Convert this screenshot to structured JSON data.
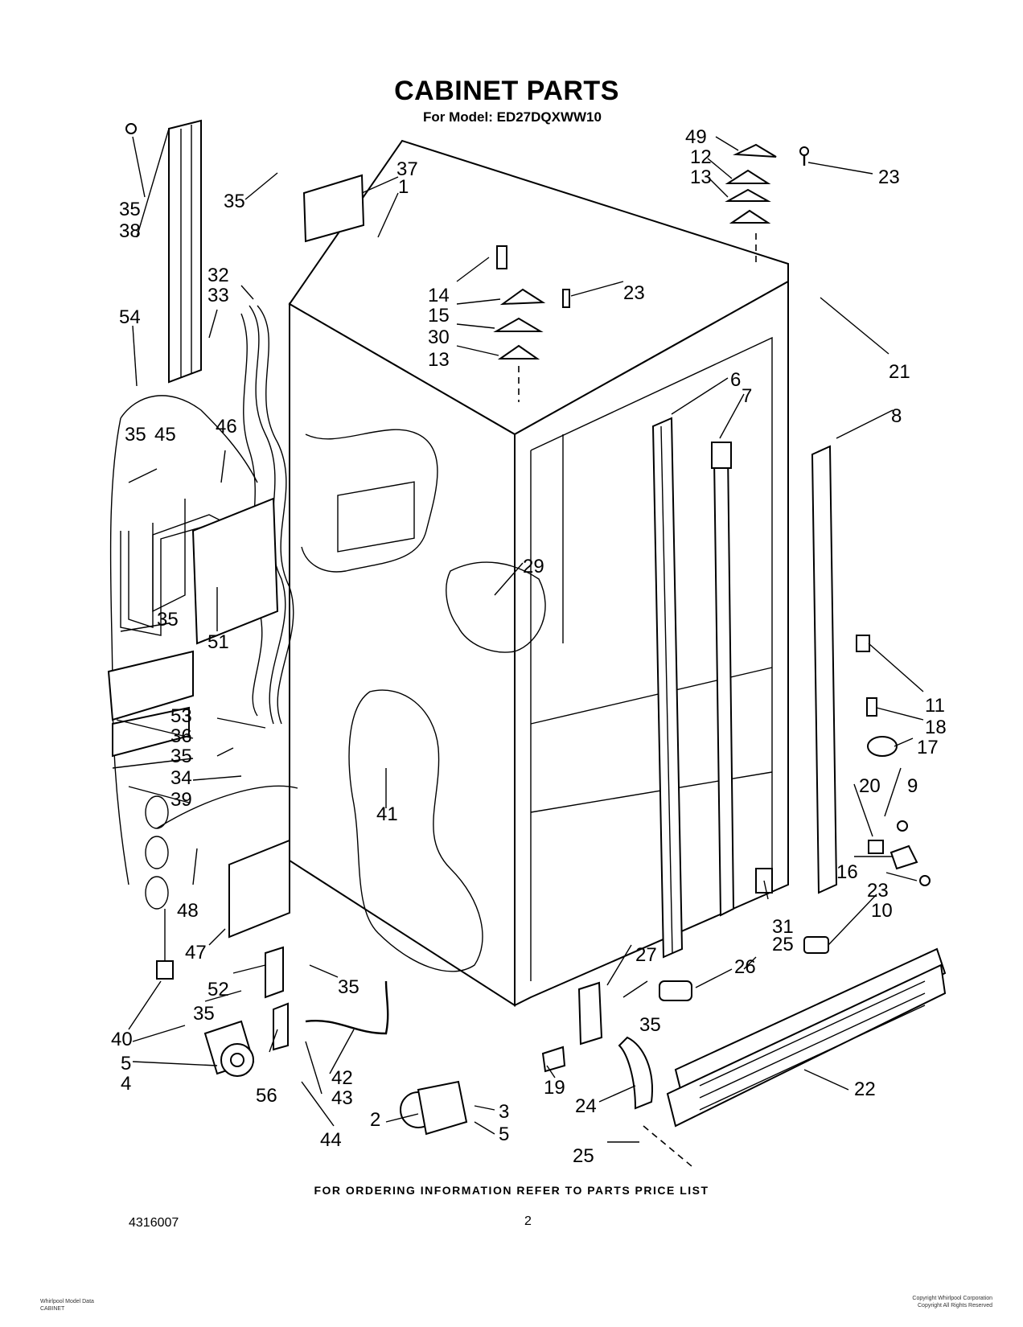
{
  "title": "CABINET PARTS",
  "model_line": "For Model: ED27DQXWW10",
  "footer": "FOR ORDERING INFORMATION REFER TO PARTS PRICE LIST",
  "doc_number": "4316007",
  "page_number": "2",
  "copyright_left": "Whirlpool Model Data\nCABINET",
  "copyright_right": "Copyright Whirlpool Corporation\nCopyright All Rights Reserved",
  "callouts": [
    "1",
    "2",
    "3",
    "4",
    "5",
    "6",
    "7",
    "8",
    "9",
    "10",
    "11",
    "12",
    "13",
    "14",
    "15",
    "16",
    "17",
    "18",
    "19",
    "20",
    "21",
    "22",
    "23",
    "24",
    "25",
    "26",
    "27",
    "29",
    "30",
    "31",
    "32",
    "33",
    "34",
    "35",
    "36",
    "37",
    "38",
    "39",
    "40",
    "41",
    "42",
    "43",
    "44",
    "45",
    "46",
    "47",
    "48",
    "49",
    "51",
    "52",
    "53",
    "54",
    "56"
  ]
}
